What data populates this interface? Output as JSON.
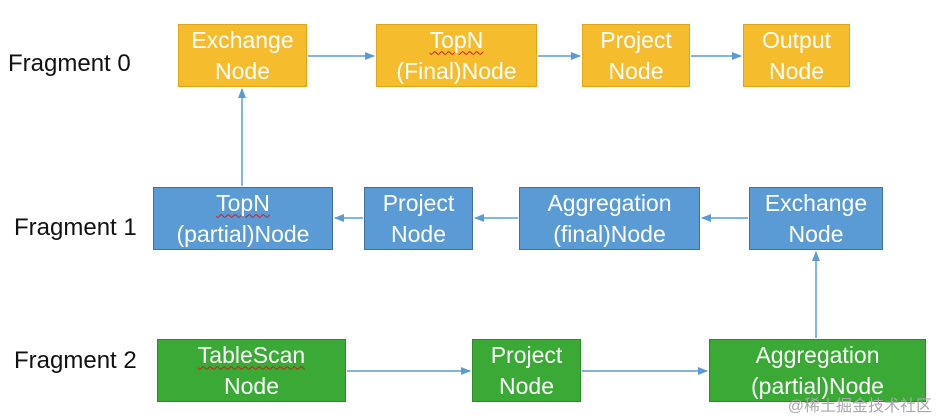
{
  "fragments": {
    "f0": "Fragment 0",
    "f1": "Fragment 1",
    "f2": "Fragment 2"
  },
  "nodes": {
    "exchange0": [
      "Exchange",
      "Node"
    ],
    "topn_final": [
      "TopN",
      "(Final)Node"
    ],
    "project0": [
      "Project",
      "Node"
    ],
    "output": [
      "Output",
      "Node"
    ],
    "topn_partial": [
      "TopN",
      "(partial)Node"
    ],
    "project1": [
      "Project",
      "Node"
    ],
    "agg_final": [
      "Aggregation",
      "(final)Node"
    ],
    "exchange1": [
      "Exchange",
      "Node"
    ],
    "tablescan": [
      "TableScan",
      "Node"
    ],
    "project2": [
      "Project",
      "Node"
    ],
    "agg_partial": [
      "Aggregation",
      "(partial)Node"
    ]
  },
  "watermark": "@稀土掘金技术社区",
  "colors": {
    "fragment0": "#f5bd2e",
    "fragment1": "#5b9bd5",
    "fragment2": "#3aa935",
    "arrow": "#5b9bd5"
  }
}
